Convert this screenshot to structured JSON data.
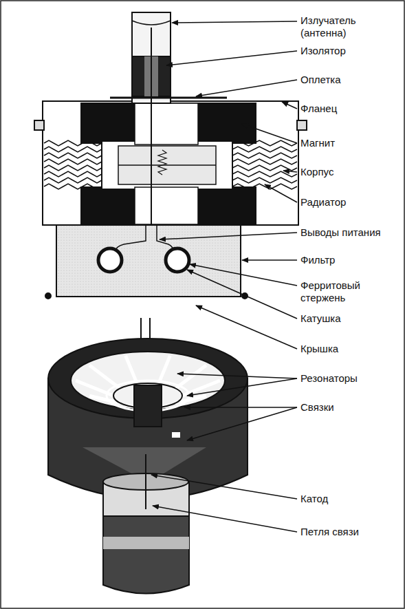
{
  "diagram": {
    "labels": [
      "Излучатель (антенна)",
      "Изолятор",
      "Оплетка",
      "Фланец",
      "Магнит",
      "Корпус",
      "Радиатор",
      "Выводы питания",
      "Фильтр",
      "Ферритовый стержень",
      "Катушка",
      "Крышка",
      "Резонаторы",
      "Связки",
      "Катод",
      "Петля связи"
    ]
  }
}
